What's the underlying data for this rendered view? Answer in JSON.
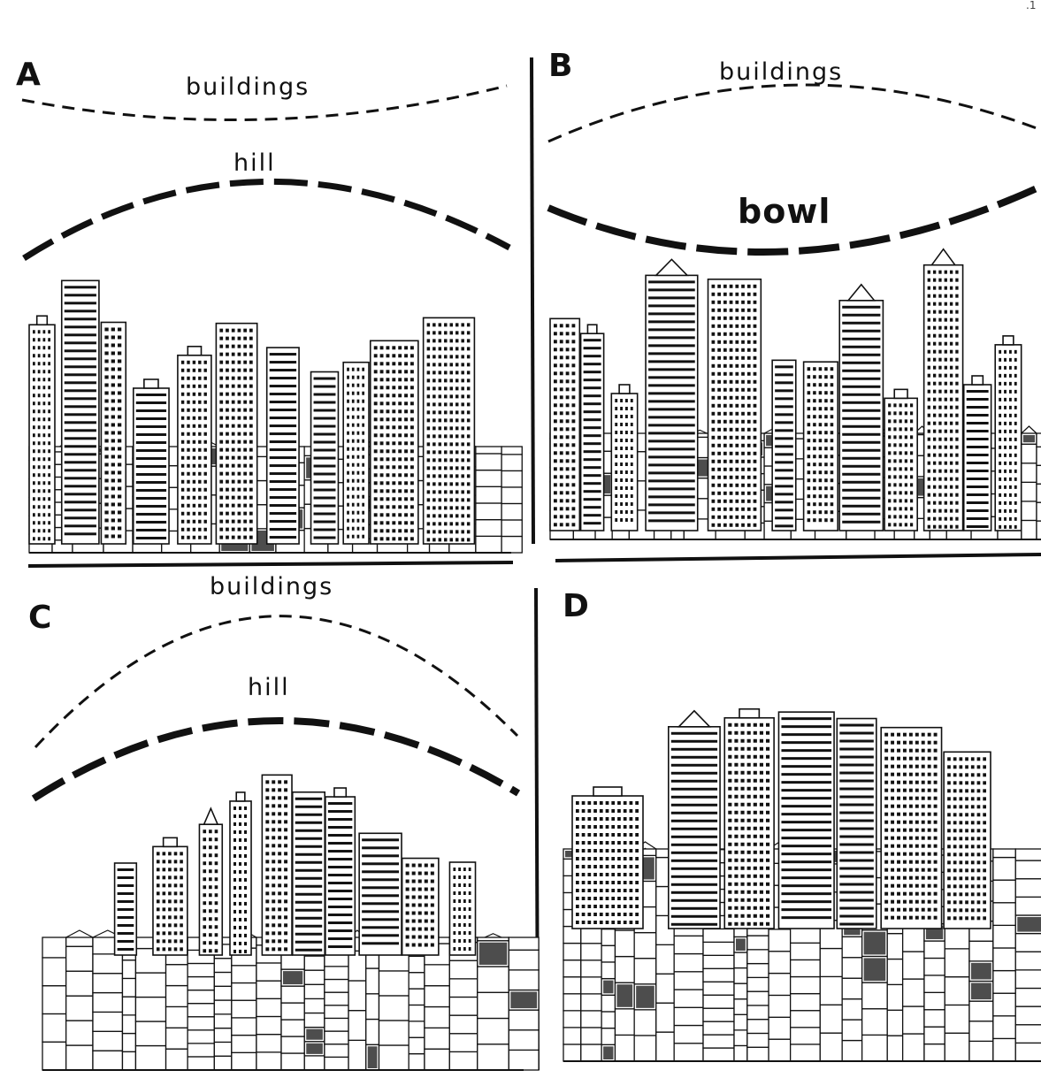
{
  "panels": [
    {
      "letter": "A",
      "labels": {
        "upper": "buildings",
        "lower": "hill"
      },
      "upper_curve": "concave",
      "lower_curve": "convex",
      "style": "tall-towers"
    },
    {
      "letter": "B",
      "labels": {
        "upper": "buildings",
        "lower": "bowl"
      },
      "upper_curve": "convex",
      "lower_curve": "concave",
      "style": "tall-towers"
    },
    {
      "letter": "C",
      "labels": {
        "upper": "buildings",
        "lower": "hill"
      },
      "upper_curve": "convex",
      "lower_curve": "convex",
      "style": "towers-on-crest"
    },
    {
      "letter": "D",
      "labels": {
        "upper": "",
        "lower": ""
      },
      "upper_curve": "none",
      "lower_curve": "none",
      "style": "towers-in-hollow"
    }
  ],
  "colors": {
    "ink": "#111111",
    "paper": "#ffffff"
  }
}
